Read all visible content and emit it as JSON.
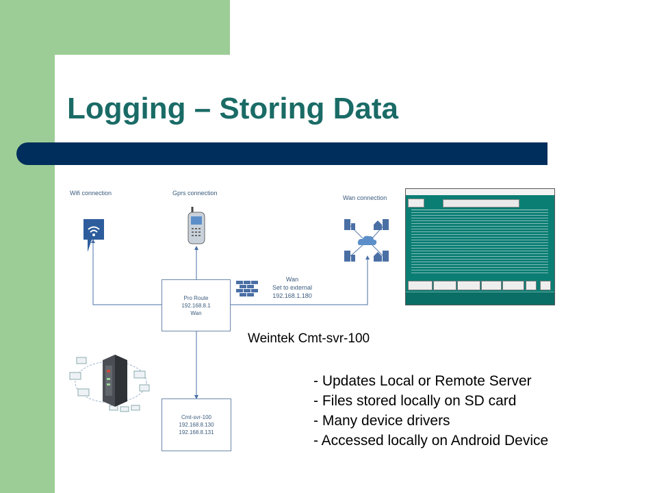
{
  "slide": {
    "title": "Logging – Storing Data",
    "subtitle": "Weintek Cmt-svr-100",
    "bullets": [
      "- Updates Local or Remote Server",
      "- Files stored locally on SD card",
      "- Many device drivers",
      "- Accessed locally on Android Device"
    ],
    "colors": {
      "green": "#9ccd96",
      "navy": "#002e5c",
      "title": "#1a6b66",
      "hmi": "#0b7e74"
    }
  },
  "diagram": {
    "wifi_label": "Wifi connection",
    "gprs_label": "Gprs connection",
    "wan_label": "Wan connection",
    "router": {
      "line1": "Pro Route",
      "line2": "192.168.8.1",
      "line3": "Wan"
    },
    "wan_note": {
      "line1": "Wan",
      "line2": "Set to external",
      "line3": "192.168.1.180"
    },
    "server": {
      "line1": "Cmt-svr-100",
      "line2": "192.168.8.130",
      "line3": "192.168.8.131"
    },
    "icons": [
      "wifi-icon",
      "mobile-phone-icon",
      "cloud-network-icon",
      "firewall-icon",
      "server-device-icon",
      "hmi-screenshot"
    ]
  }
}
